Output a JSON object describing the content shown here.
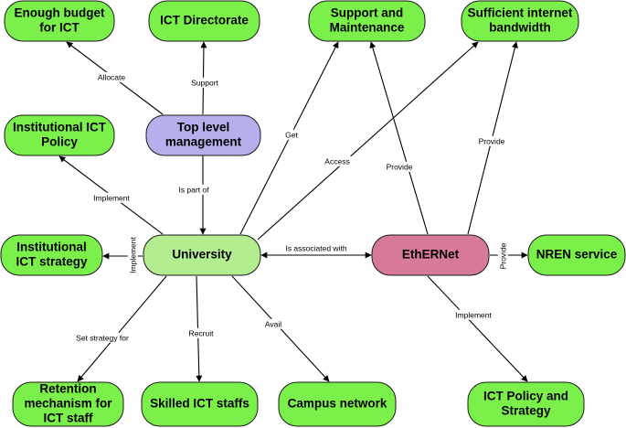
{
  "colors": {
    "leaf": "#7CF04A",
    "top": "#B4B0EC",
    "university": "#B4EC90",
    "ethernet": "#D67A98"
  },
  "nodes": {
    "enough_budget": [
      "Enough budget",
      "for ICT"
    ],
    "ict_directorate": [
      "ICT Directorate"
    ],
    "support_maintenance": [
      "Support and",
      "Maintenance"
    ],
    "internet_bandwidth": [
      "Sufficient internet",
      "bandwidth"
    ],
    "top_management": [
      "Top level",
      "management"
    ],
    "institutional_policy": [
      "Institutional ICT",
      "Policy"
    ],
    "institutional_strategy": [
      "Institutional",
      "ICT strategy"
    ],
    "university": [
      "University"
    ],
    "ethernet": [
      "EthERNet"
    ],
    "nren_service": [
      "NREN service"
    ],
    "retention": [
      "Retention",
      "mechanism for",
      "ICT staff"
    ],
    "skilled_staff": [
      "Skilled ICT staffs"
    ],
    "campus_network": [
      "Campus network"
    ],
    "ict_policy_strategy": [
      "ICT Policy and",
      "Strategy"
    ]
  },
  "edges": {
    "allocate": "Allocate",
    "support": "Support",
    "is_part_of": "Is part of",
    "implement_policy": "Implement",
    "implement_strategy": "Implement",
    "get": "Get",
    "access": "Access",
    "provide_support": "Provide",
    "provide_bandwidth": "Provide",
    "associated": "Is associated with",
    "provide_nren": "Provide",
    "implement_ethernet": "Implement",
    "set_strategy": "Set strategy for",
    "recruit": "Recruit",
    "avail": "Avail"
  }
}
